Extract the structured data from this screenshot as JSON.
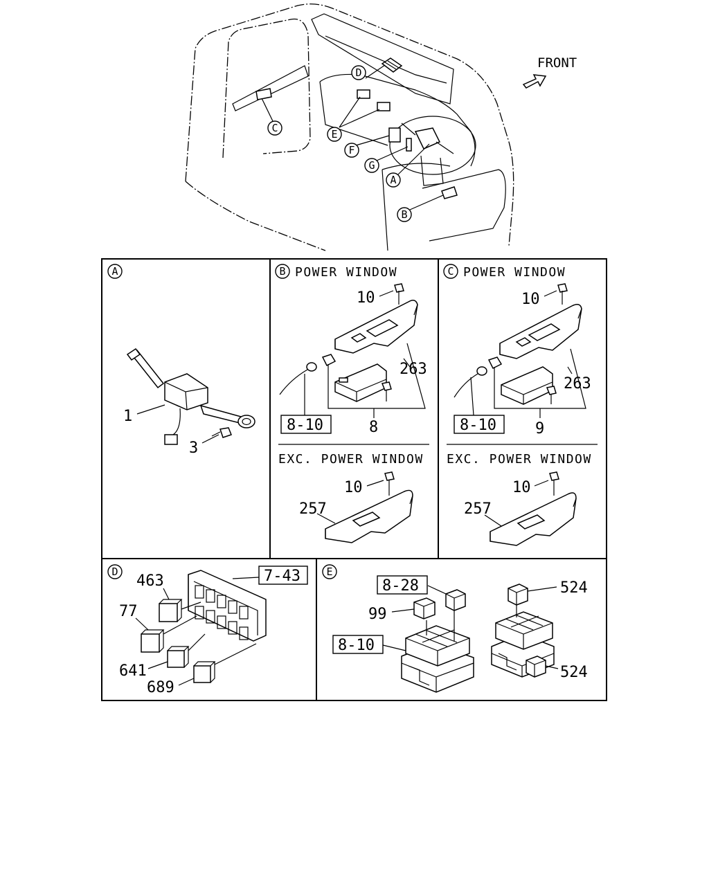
{
  "overview": {
    "front_label": "FRONT",
    "callouts": {
      "a": "A",
      "b": "B",
      "c": "C",
      "d": "D",
      "e": "E",
      "f": "F",
      "g": "G"
    }
  },
  "panel_a": {
    "letter": "A",
    "labels": {
      "switch": "1",
      "screw": "3"
    }
  },
  "panel_b": {
    "letter": "B",
    "title": "POWER WINDOW",
    "exc_title": "EXC. POWER WINDOW",
    "labels": {
      "clip_top": "10",
      "panel_assy": "263",
      "ref_box": "8-10",
      "switch_assy": "8",
      "clip_bottom": "10",
      "panel_exc": "257"
    }
  },
  "panel_c": {
    "letter": "C",
    "title": "POWER WINDOW",
    "exc_title": "EXC. POWER WINDOW",
    "labels": {
      "clip_top": "10",
      "panel_assy": "263",
      "ref_box": "8-10",
      "switch_assy": "9",
      "clip_bottom": "10",
      "panel_exc": "257"
    }
  },
  "panel_d": {
    "letter": "D",
    "labels": {
      "ref_box": "7-43",
      "p463": "463",
      "p77": "77",
      "p641": "641",
      "p689": "689"
    }
  },
  "panel_e": {
    "letter": "E",
    "labels": {
      "ref_box_top": "8-28",
      "p99": "99",
      "ref_box_left": "8-10",
      "p524_top": "524",
      "p524_bottom": "524"
    }
  }
}
